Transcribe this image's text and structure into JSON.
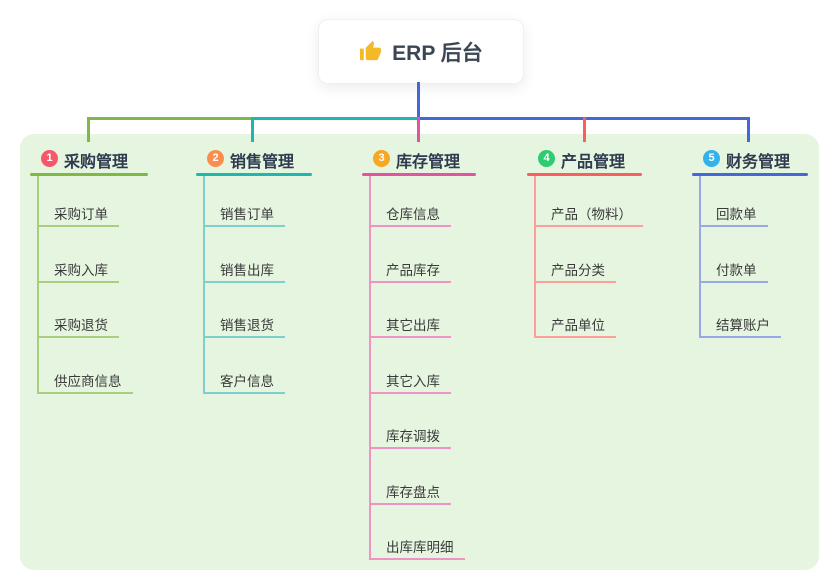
{
  "root": {
    "label": "ERP 后台",
    "icon": "thumbs-up-icon"
  },
  "colors": {
    "background": "#ffffff",
    "panel": "#e5f5e0",
    "root_stem": "#4667d8",
    "thumb": "#f5b826",
    "card_text": "#3c4554",
    "title_text": "#2e3b4e",
    "child_text": "#3a3a3a"
  },
  "branches": [
    {
      "number": "1",
      "label": "采购管理",
      "badge_color": "#f4586a",
      "line_color": "#7db944",
      "line_light": "#a9cf7e",
      "children": [
        "采购订单",
        "采购入库",
        "采购退货",
        "供应商信息"
      ]
    },
    {
      "number": "2",
      "label": "销售管理",
      "badge_color": "#fb8e4e",
      "line_color": "#1eb7b0",
      "line_light": "#7fd0cc",
      "children": [
        "销售订单",
        "销售出库",
        "销售退货",
        "客户信息"
      ]
    },
    {
      "number": "3",
      "label": "库存管理",
      "badge_color": "#f8a724",
      "line_color": "#e254a2",
      "line_light": "#ef93c6",
      "children": [
        "仓库信息",
        "产品库存",
        "其它出库",
        "其它入库",
        "库存调拨",
        "库存盘点",
        "出库库明细"
      ]
    },
    {
      "number": "4",
      "label": "产品管理",
      "badge_color": "#2ecc71",
      "line_color": "#fb5e5e",
      "line_light": "#fda09b",
      "children": [
        "产品（物料）",
        "产品分类",
        "产品单位"
      ]
    },
    {
      "number": "5",
      "label": "财务管理",
      "badge_color": "#33b1e9",
      "line_color": "#4667d8",
      "line_light": "#94a9e6",
      "children": [
        "回款单",
        "付款单",
        "结算账户"
      ]
    }
  ]
}
